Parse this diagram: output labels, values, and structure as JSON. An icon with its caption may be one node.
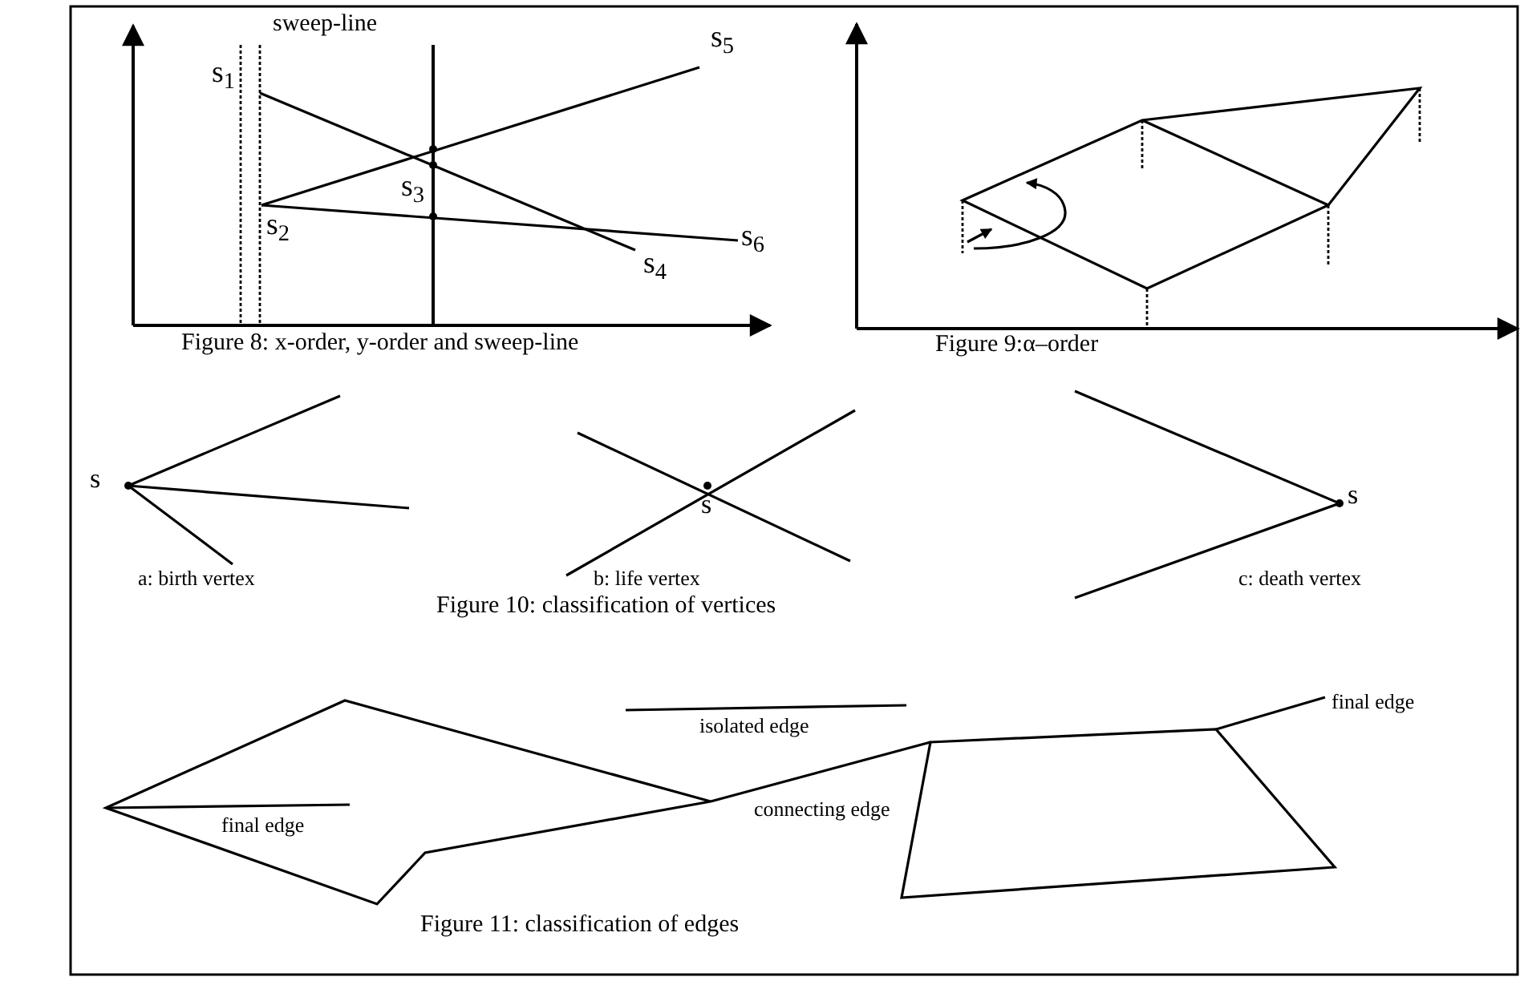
{
  "diagram": {
    "labels": [
      "sweep-line",
      "s$_{5}$",
      "s$_{1}$",
      "s$_{3}$",
      "s$_{2}$",
      "s$_{6}$",
      "s$_{4}$",
      "Figure 8: x-order, y-order and sweep-line",
      "Figure 9:α–order",
      "s",
      "s",
      "s",
      "a: birth vertex",
      "b: life vertex",
      "c: death vertex",
      "Figure 10: classification of vertices",
      "isolated edge",
      "final edge",
      "connecting edge",
      "final edge",
      "Figure 11: classification of edges"
    ]
  }
}
